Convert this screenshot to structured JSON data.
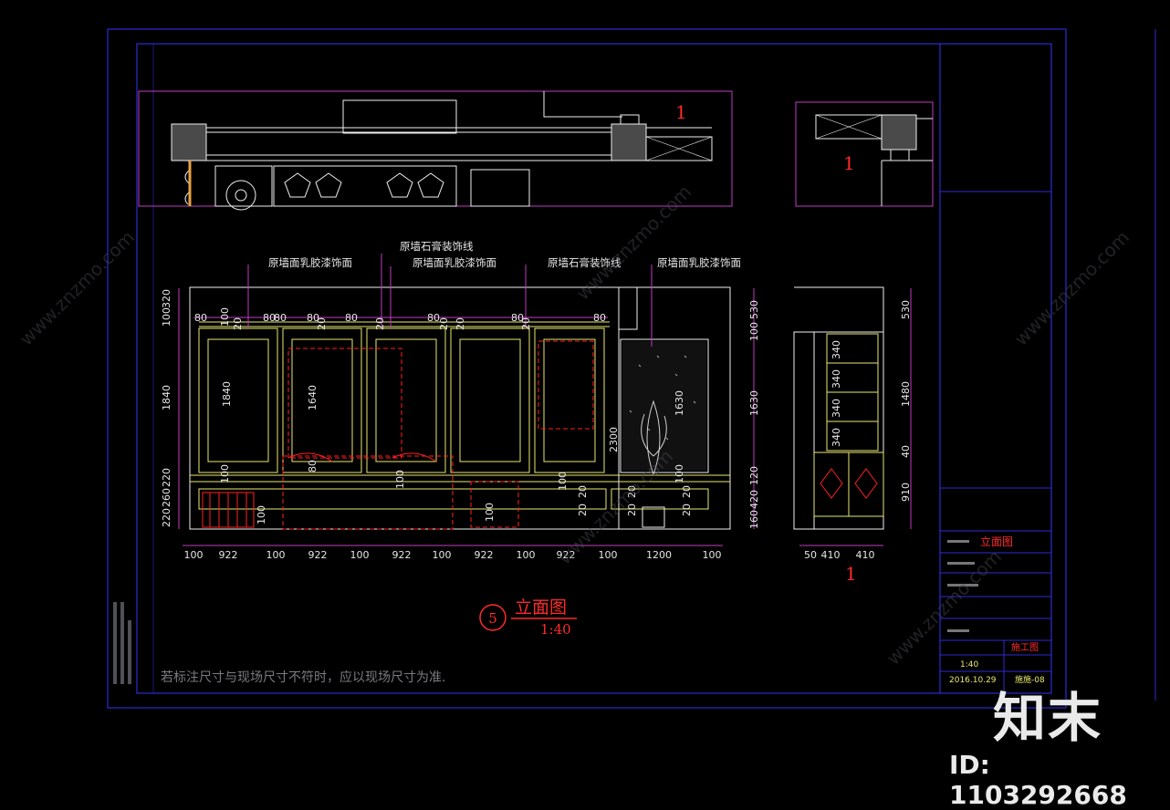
{
  "drawing": {
    "annotations": {
      "a1": "原墙石膏装饰线",
      "a2": "原墙面乳胶漆饰面",
      "a3": "原墙面乳胶漆饰面",
      "a4": "原墙石膏装饰线",
      "a5": "原墙面乳胶漆饰面"
    },
    "section_marks": [
      "1",
      "1",
      "1"
    ],
    "title": {
      "number": "5",
      "name": "立面图",
      "scale": "1:40"
    },
    "note": "若标注尺寸与现场尺寸不符时，应以现场尺寸为准.",
    "bottom_dims": [
      "100",
      "922",
      "100",
      "922",
      "100",
      "922",
      "100",
      "922",
      "100",
      "922",
      "100",
      "1200",
      "100"
    ],
    "side_bottom_dims": [
      "50",
      "410",
      "410"
    ],
    "left_dims": [
      "100",
      "320",
      "1840",
      "220",
      "260",
      "220"
    ],
    "right_dims": [
      "530",
      "100",
      "1630",
      "120",
      "420",
      "160"
    ],
    "side_right_dims": [
      "530",
      "1480",
      "40",
      "910"
    ],
    "shelf_dims": [
      "340",
      "340",
      "340",
      "340"
    ],
    "panel_dims": [
      "1840",
      "1640",
      "2300",
      "1630"
    ],
    "top_dims": [
      "80",
      "100",
      "20",
      "80",
      "80",
      "20",
      "80",
      "20",
      "80",
      "20",
      "80",
      "20",
      "80",
      "20",
      "80"
    ],
    "small_dims": [
      "100",
      "100",
      "80",
      "100",
      "20",
      "20",
      "100",
      "20",
      "20",
      "100",
      "20",
      "20",
      "100"
    ]
  },
  "titleblock": {
    "drawing_name": "立面图",
    "stage": "施工图",
    "scale": "1:40",
    "date": "2016.10.29",
    "sheet": "施施-08"
  },
  "overlay": {
    "brand": "知末",
    "id": "ID: 1103292668",
    "watermark": "www.znzmo.com"
  },
  "colors": {
    "background": "#000000",
    "frame": "#2c2cd0",
    "wall": "#f0f0f0",
    "molding": "#e8e870",
    "dimension": "#c03cc0",
    "furniture": "#ff2020"
  }
}
